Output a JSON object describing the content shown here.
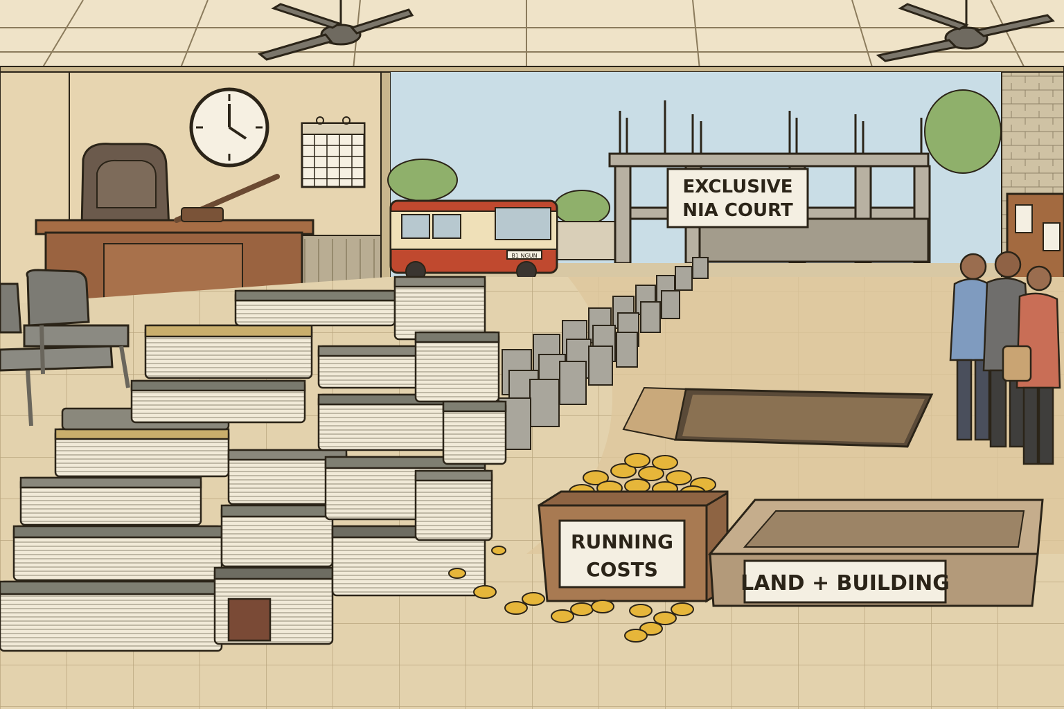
{
  "signs": {
    "court_line1": "EXCLUSIVE",
    "court_line2": "NIA COURT",
    "running_line1": "RUNNING",
    "running_line2": "COSTS",
    "land": "LAND + BUILDING"
  },
  "bus_plate": "B1 NGUN",
  "colors": {
    "ink": "#2b2418",
    "wall": "#e7d5b0",
    "floor": "#e3d2ad",
    "sky": "#c9dde6",
    "book_grey": "#7f7f72",
    "book_tan": "#c9ae6c",
    "bus_red": "#c0492f",
    "coin": "#e6b63a",
    "box": "#a87a52"
  },
  "icons": [
    "ceiling-fan-icon",
    "wall-clock-icon",
    "calendar-icon",
    "gavel-icon"
  ]
}
